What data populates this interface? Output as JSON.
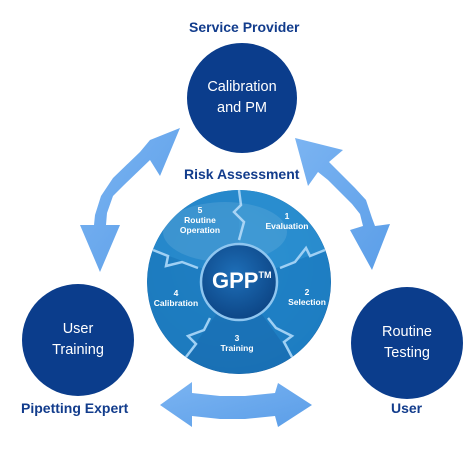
{
  "headings": {
    "service_provider": "Service Provider",
    "risk_assessment": "Risk Assessment",
    "pipetting_expert": "Pipetting Expert",
    "user": "User"
  },
  "nodes": {
    "calibration_pm": {
      "line1": "Calibration",
      "line2": "and PM"
    },
    "user_training": {
      "line1": "User",
      "line2": "Training"
    },
    "routine_testing": {
      "line1": "Routine",
      "line2": "Testing"
    }
  },
  "wheel": {
    "center": "GPP",
    "trademark": "TM",
    "segments": [
      {
        "number": "1",
        "label": "Evaluation"
      },
      {
        "number": "2",
        "label": "Selection"
      },
      {
        "number": "3",
        "label": "Training"
      },
      {
        "number": "4",
        "label": "Calibration"
      },
      {
        "number": "5",
        "label": "Routine",
        "label2": "Operation"
      }
    ]
  },
  "colors": {
    "node": "#0b3d8c",
    "heading": "#123c8c",
    "arrow": "#6aa7ee",
    "wheel_dark": "#1565a6",
    "wheel_light": "#2a8ed0",
    "hub": "#0d4f92"
  }
}
